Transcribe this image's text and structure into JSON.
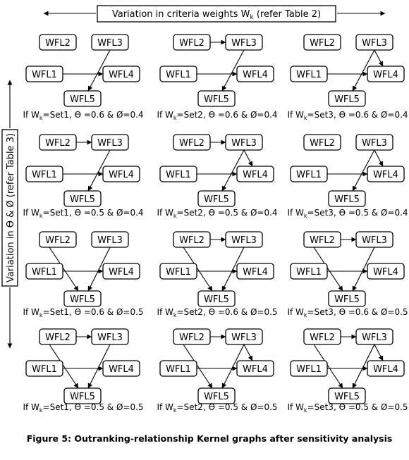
{
  "top_axis": {
    "text": "Variation in criteria weights W",
    "sub": "k",
    "suffix": " (refer Table 2)"
  },
  "side_axis": {
    "text": "Variation in ϴ & Ø (refer Table 3)"
  },
  "figure_caption": "Figure 5: Outranking-relationship Kernel graphs after sensitivity analysis",
  "node_labels": {
    "WFL1": "WFL1",
    "WFL2": "WFL2",
    "WFL3": "WFL3",
    "WFL4": "WFL4",
    "WFL5": "WFL5"
  },
  "panels": [
    {
      "cap_pre": "If W",
      "cap_sub": "k",
      "cap_post": "=Set1, ϴ =0.6 & Ø=0.4",
      "edges": [
        [
          "WFL1",
          "WFL4"
        ],
        [
          "WFL3",
          "WFL5"
        ]
      ]
    },
    {
      "cap_pre": "If W",
      "cap_sub": "k",
      "cap_post": "=Set2, ϴ =0.6 & Ø=0.4",
      "edges": [
        [
          "WFL2",
          "WFL3"
        ],
        [
          "WFL1",
          "WFL4"
        ],
        [
          "WFL3",
          "WFL5"
        ]
      ]
    },
    {
      "cap_pre": "If W",
      "cap_sub": "k",
      "cap_post": "=Set3, ϴ =0.6 & Ø=0.4",
      "edges": [
        [
          "WFL1",
          "WFL4"
        ],
        [
          "WFL3",
          "WFL4"
        ],
        [
          "WFL3",
          "WFL5"
        ]
      ]
    },
    {
      "cap_pre": "If W",
      "cap_sub": "k",
      "cap_post": "=Set1, ϴ =0.5 & Ø=0.4",
      "edges": [
        [
          "WFL2",
          "WFL3"
        ],
        [
          "WFL1",
          "WFL4"
        ],
        [
          "WFL3",
          "WFL5"
        ]
      ]
    },
    {
      "cap_pre": "If W",
      "cap_sub": "k",
      "cap_post": "=Set2, ϴ =0.5 & Ø=0.4",
      "edges": [
        [
          "WFL2",
          "WFL3"
        ],
        [
          "WFL1",
          "WFL4"
        ],
        [
          "WFL3",
          "WFL4"
        ],
        [
          "WFL3",
          "WFL5"
        ]
      ]
    },
    {
      "cap_pre": "If W",
      "cap_sub": "k",
      "cap_post": "=Set3, ϴ =0.5 & Ø=0.4",
      "edges": [
        [
          "WFL1",
          "WFL4"
        ],
        [
          "WFL3",
          "WFL4"
        ],
        [
          "WFL3",
          "WFL5"
        ]
      ]
    },
    {
      "cap_pre": "If W",
      "cap_sub": "k",
      "cap_post": "=Set1, ϴ =0.6 & Ø=0.5",
      "edges": [
        [
          "WFL1",
          "WFL4"
        ],
        [
          "WFL2",
          "WFL5"
        ],
        [
          "WFL3",
          "WFL5"
        ]
      ]
    },
    {
      "cap_pre": "If W",
      "cap_sub": "k",
      "cap_post": "=Set2, ϴ =0.6 & Ø=0.5",
      "edges": [
        [
          "WFL2",
          "WFL3"
        ],
        [
          "WFL1",
          "WFL4"
        ],
        [
          "WFL2",
          "WFL5"
        ],
        [
          "WFL3",
          "WFL5"
        ]
      ]
    },
    {
      "cap_pre": "If W",
      "cap_sub": "k",
      "cap_post": "=Set3, ϴ =0.6 & Ø=0.5",
      "edges": [
        [
          "WFL2",
          "WFL3"
        ],
        [
          "WFL1",
          "WFL4"
        ],
        [
          "WFL2",
          "WFL5"
        ],
        [
          "WFL3",
          "WFL5"
        ]
      ]
    },
    {
      "cap_pre": "If W",
      "cap_sub": "k",
      "cap_post": "=Set1, ϴ =0.5 & Ø=0.5",
      "edges": [
        [
          "WFL2",
          "WFL3"
        ],
        [
          "WFL1",
          "WFL4"
        ],
        [
          "WFL2",
          "WFL5"
        ],
        [
          "WFL3",
          "WFL5"
        ]
      ]
    },
    {
      "cap_pre": "If W",
      "cap_sub": "k",
      "cap_post": "=Set2, ϴ =0.5 & Ø=0.5",
      "edges": [
        [
          "WFL2",
          "WFL3"
        ],
        [
          "WFL1",
          "WFL4"
        ],
        [
          "WFL3",
          "WFL4"
        ],
        [
          "WFL2",
          "WFL5"
        ],
        [
          "WFL3",
          "WFL5"
        ]
      ]
    },
    {
      "cap_pre": "If W",
      "cap_sub": "k",
      "cap_post": "=Set3, ϴ =0.5 & Ø=0.5",
      "edges": [
        [
          "WFL2",
          "WFL3"
        ],
        [
          "WFL1",
          "WFL4"
        ],
        [
          "WFL3",
          "WFL4"
        ],
        [
          "WFL2",
          "WFL5"
        ],
        [
          "WFL3",
          "WFL5"
        ]
      ]
    }
  ]
}
